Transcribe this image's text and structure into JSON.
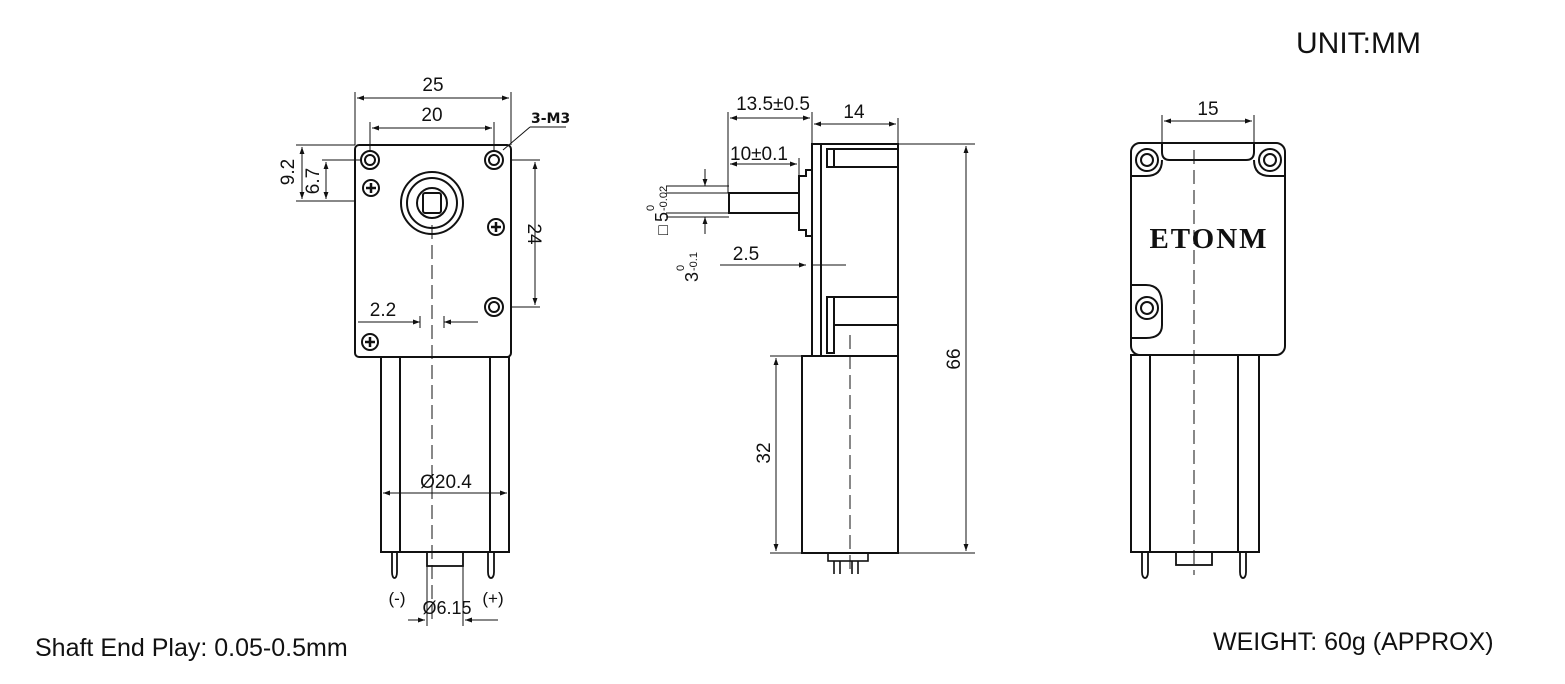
{
  "unit_label": "UNIT:MM",
  "shaft_end_play": "Shaft End Play: 0.05-0.5mm",
  "weight": "WEIGHT: 60g (APPROX)",
  "brand": "ETONM",
  "front_view": {
    "dims": {
      "width_25": "25",
      "hole_spacing_20": "20",
      "screw_callout": "3-M3",
      "height_9_2": "9.2",
      "height_6_7": "6.7",
      "hole_spacing_24": "24",
      "offset_2_2": "2.2",
      "motor_diameter": "Ø20.4",
      "terminal_spacing": "Ø6.15",
      "terminal_neg": "(-)",
      "terminal_pos": "(+)"
    }
  },
  "side_view": {
    "dims": {
      "shaft_length_13_5": "13.5±0.5",
      "gearbox_depth_14": "14",
      "shaft_length_10": "10±0.1",
      "shaft_square_main": "5",
      "shaft_square_prefix": "□",
      "shaft_square_tol_upper": "0",
      "shaft_square_tol_lower": "-0.02",
      "flat_main": "3",
      "flat_tol_upper": "0",
      "flat_tol_lower": "-0.1",
      "collar_2_5": "2.5",
      "overall_height_66": "66",
      "motor_length_32": "32"
    }
  },
  "rear_view": {
    "dims": {
      "width_15": "15"
    }
  }
}
